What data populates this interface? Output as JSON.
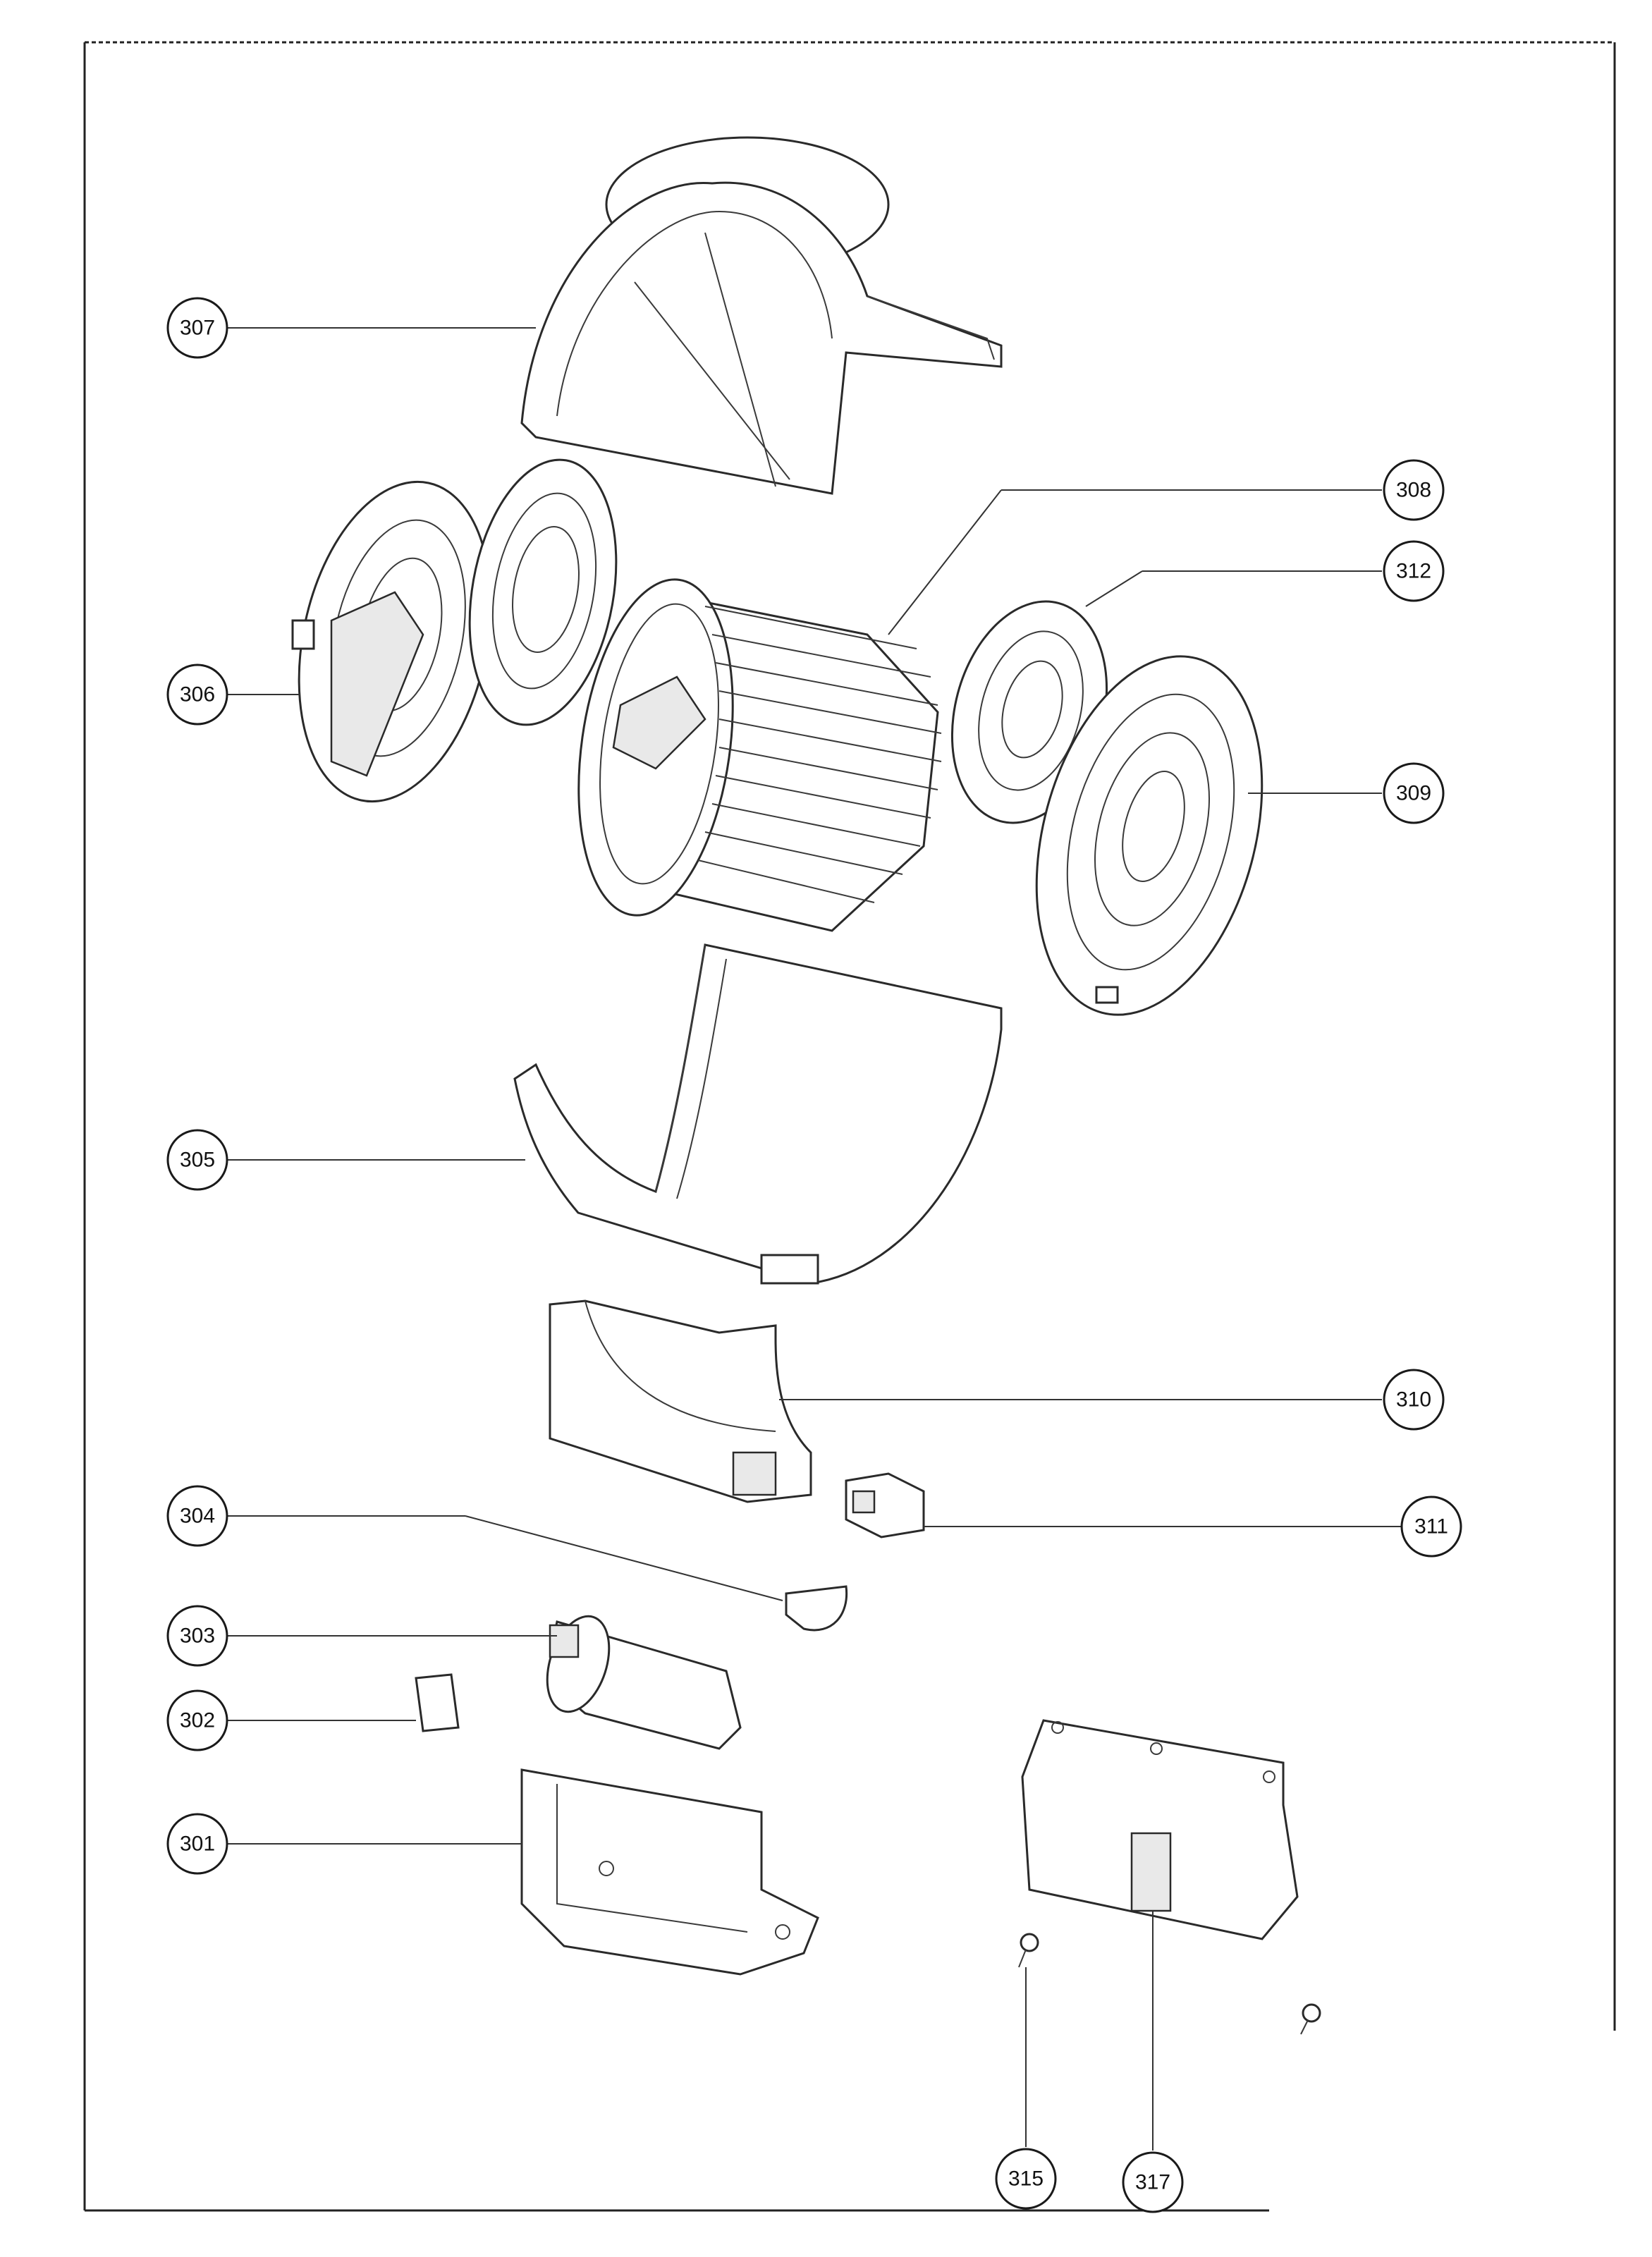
{
  "colors": {
    "ink": "#1a1a1a",
    "paper": "#ffffff"
  },
  "callouts": [
    {
      "id": "307",
      "label": "307"
    },
    {
      "id": "308",
      "label": "308"
    },
    {
      "id": "312",
      "label": "312"
    },
    {
      "id": "306",
      "label": "306"
    },
    {
      "id": "309",
      "label": "309"
    },
    {
      "id": "305",
      "label": "305"
    },
    {
      "id": "310",
      "label": "310"
    },
    {
      "id": "304",
      "label": "304"
    },
    {
      "id": "311",
      "label": "311"
    },
    {
      "id": "303",
      "label": "303"
    },
    {
      "id": "302",
      "label": "302"
    },
    {
      "id": "301",
      "label": "301"
    },
    {
      "id": "315",
      "label": "315"
    },
    {
      "id": "317",
      "label": "317"
    }
  ]
}
